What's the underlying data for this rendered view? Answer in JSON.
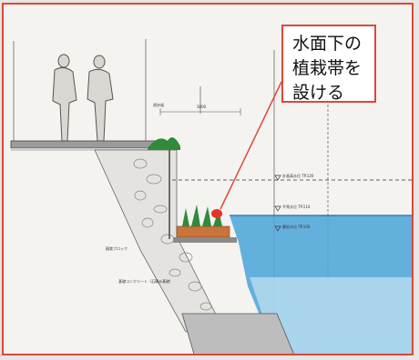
{
  "callout": {
    "lines": [
      "水面下の",
      "植栽帯を",
      "設ける"
    ]
  },
  "labels": {
    "water_level_high": "計画高水位 TP.120",
    "water_level_normal": "平常水位 TP.110",
    "water_level_low": "最低水位 TP.100",
    "walkway": "遊歩道",
    "dim_top": "3000",
    "slope_note": "植栽ブロック",
    "stone_note": "基礎コンクリート（石積み基礎）"
  },
  "colors": {
    "frame": "#e0463a",
    "water": "#4aa3d8",
    "water_light": "#bfe0f2",
    "plants": "#2f8a3a",
    "flower": "#e53528",
    "soil": "#c9743a"
  }
}
